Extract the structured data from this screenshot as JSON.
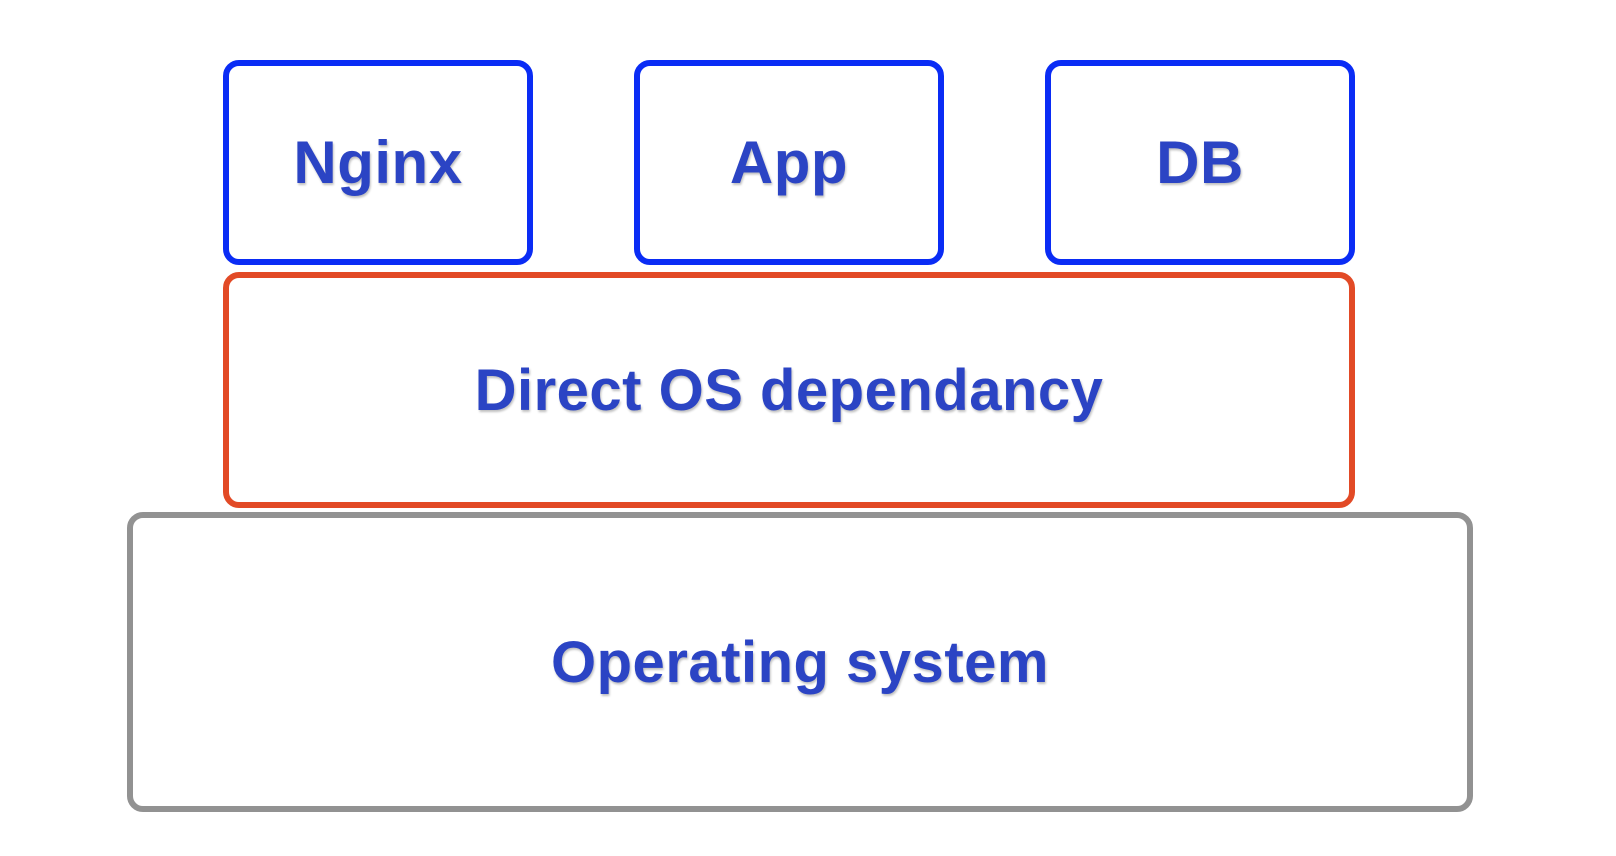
{
  "colors": {
    "text": "#2b44c4",
    "component_border": "#0a2cf5",
    "dependency_border": "#e24a26",
    "os_border": "#929292"
  },
  "components": [
    {
      "label": "Nginx"
    },
    {
      "label": "App"
    },
    {
      "label": "DB"
    }
  ],
  "dependency_layer": {
    "label": "Direct OS dependancy"
  },
  "os_layer": {
    "label": "Operating system"
  }
}
